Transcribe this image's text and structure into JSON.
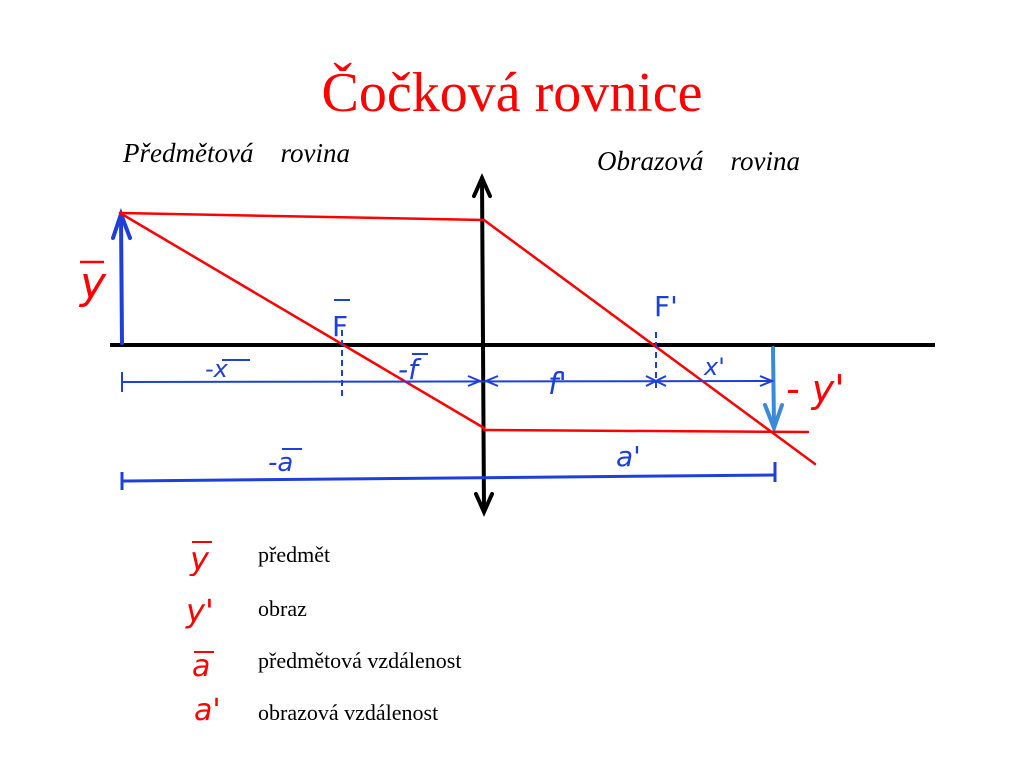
{
  "title": "Čočková rovnice",
  "planes": {
    "object": "Předmětová    rovina",
    "image": "Obrazová    rovina"
  },
  "diagram_labels": {
    "y": "y",
    "F": "F",
    "F_prime": "F'",
    "minus_x": "-x",
    "minus_f": "-f",
    "f_prime": "f'",
    "x_prime": "x'",
    "minus_y_prime": "- y'",
    "minus_a": "-a",
    "a_prime": "a'"
  },
  "legend": [
    {
      "symbol": "y",
      "text": "předmět"
    },
    {
      "symbol": "y'",
      "text": "obraz"
    },
    {
      "symbol": "a",
      "text": "předmětová vzdálenost"
    },
    {
      "symbol": "a'",
      "text": "obrazová vzdálenost"
    }
  ],
  "colors": {
    "title": "#ff0000",
    "ray": "#ff0000",
    "object_arrow": "#1e40d8",
    "image_arrow": "#3a8ad8",
    "axis": "#000000",
    "dimension": "#1e40d8",
    "handwriting": "#ff0000"
  }
}
